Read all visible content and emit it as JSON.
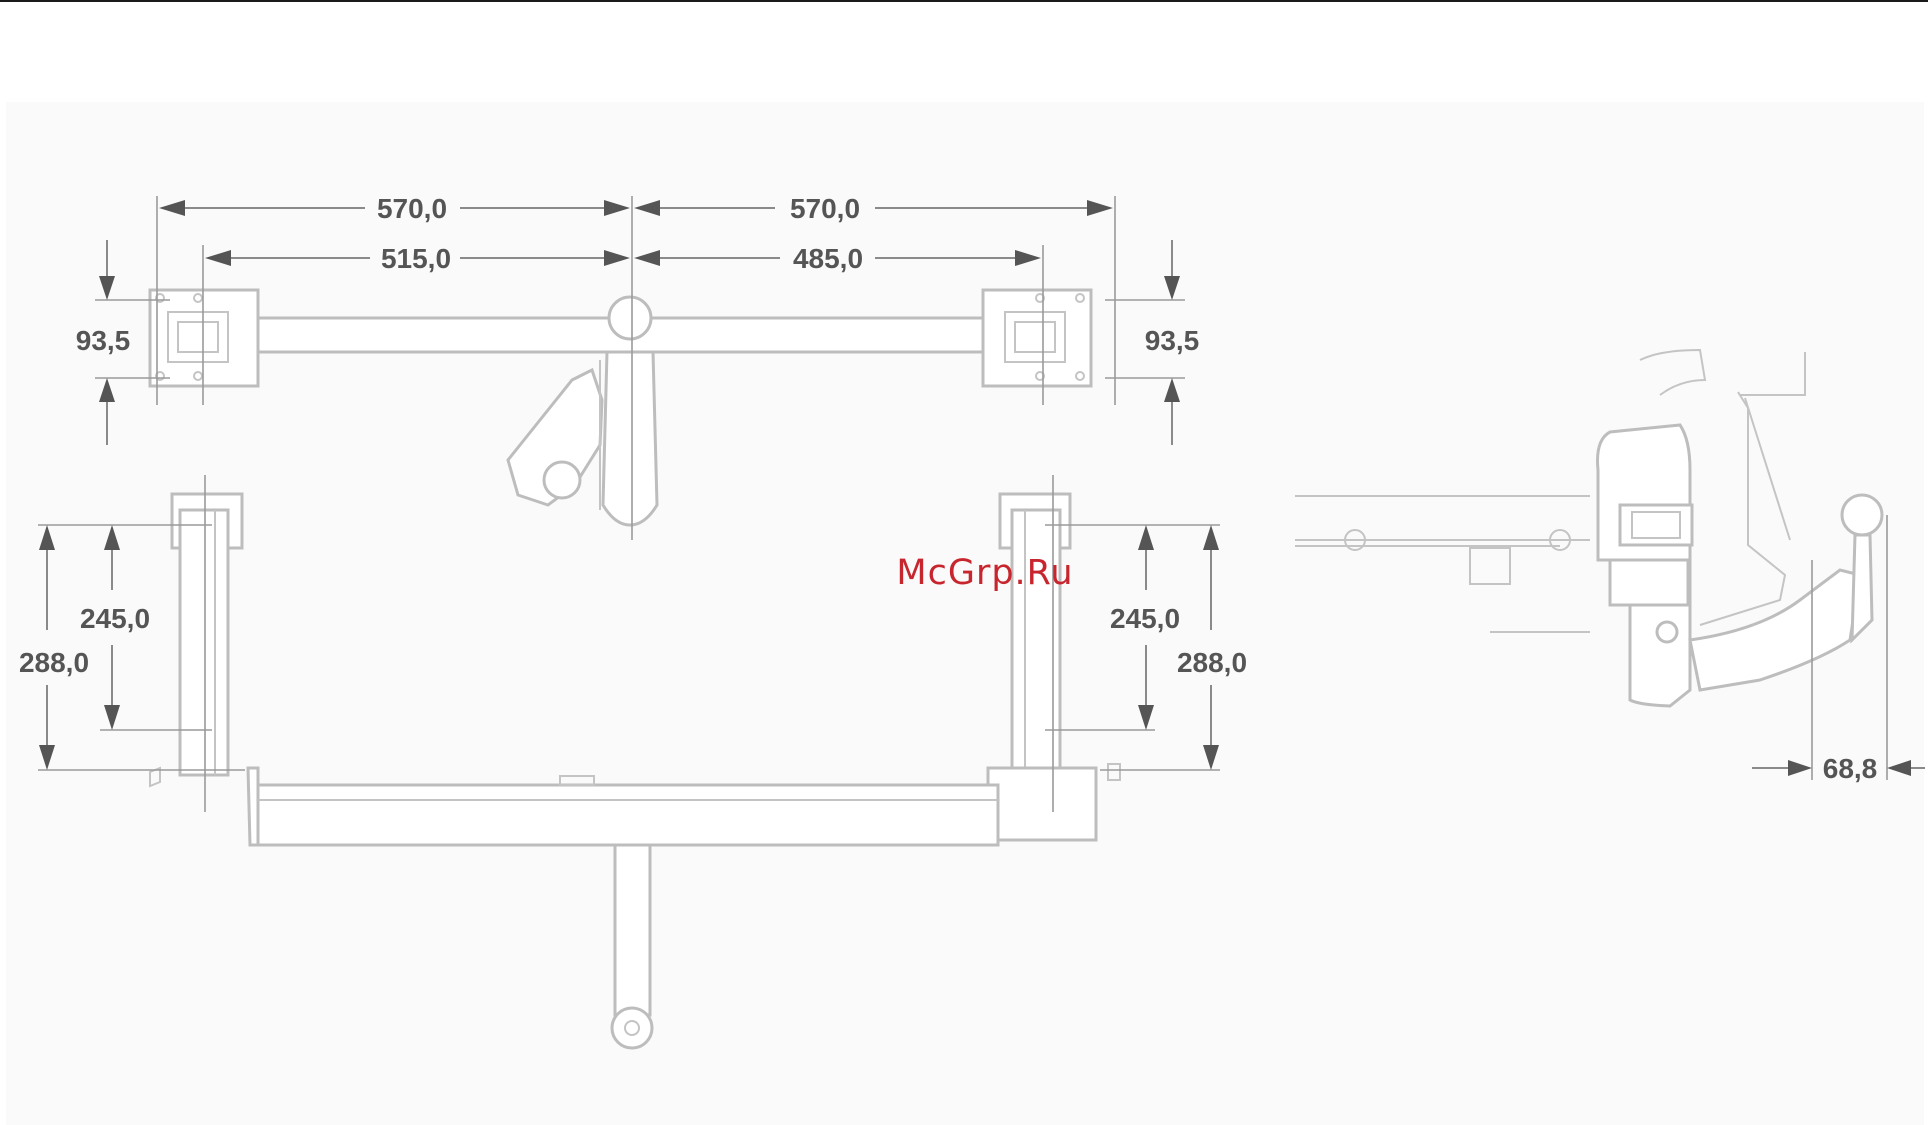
{
  "watermark": "McGrp.Ru",
  "dimensions": {
    "top_left_outer": "570,0",
    "top_right_outer": "570,0",
    "top_left_inner": "515,0",
    "top_right_inner": "485,0",
    "bracket_left_height": "93,5",
    "bracket_right_height": "93,5",
    "side_left_inner": "245,0",
    "side_left_outer": "288,0",
    "side_right_inner": "245,0",
    "side_right_outer": "288,0",
    "ball_offset": "68,8"
  }
}
